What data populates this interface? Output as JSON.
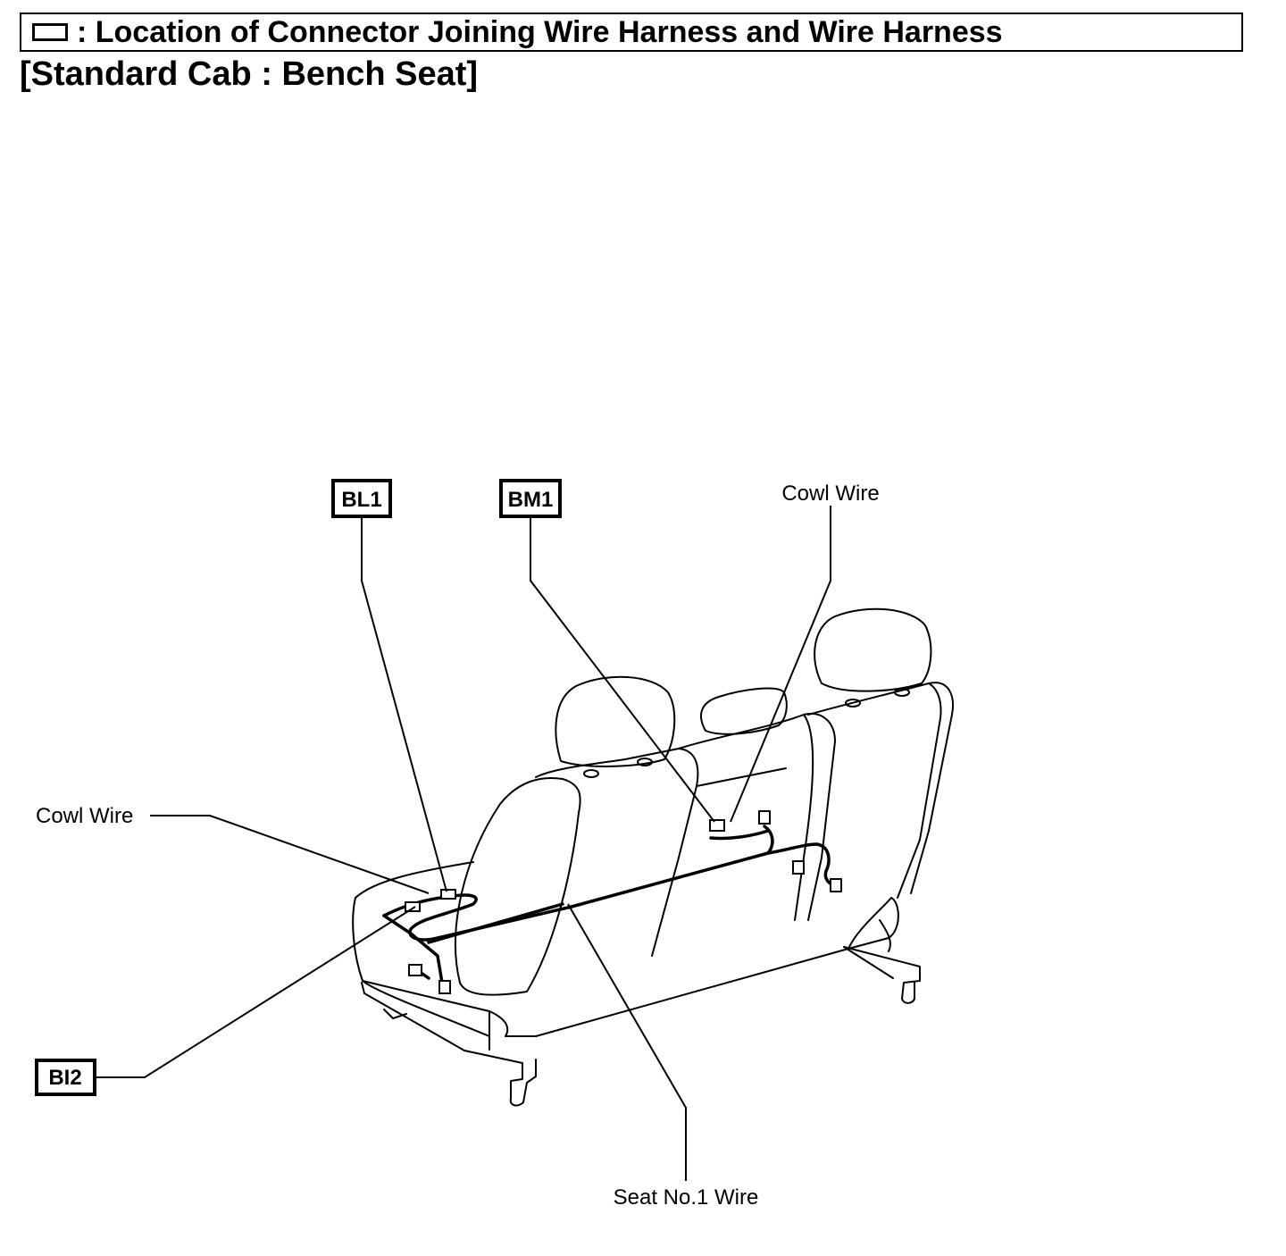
{
  "header": {
    "title": ": Location of Connector Joining Wire Harness and Wire Harness",
    "subtitle": "[Standard Cab : Bench Seat]"
  },
  "connectors": {
    "bl1": "BL1",
    "bm1": "BM1",
    "bi2": "BI2"
  },
  "wires": {
    "cowl_wire_top": "Cowl Wire",
    "cowl_wire_left": "Cowl Wire",
    "seat_no1_wire": "Seat No.1 Wire"
  }
}
